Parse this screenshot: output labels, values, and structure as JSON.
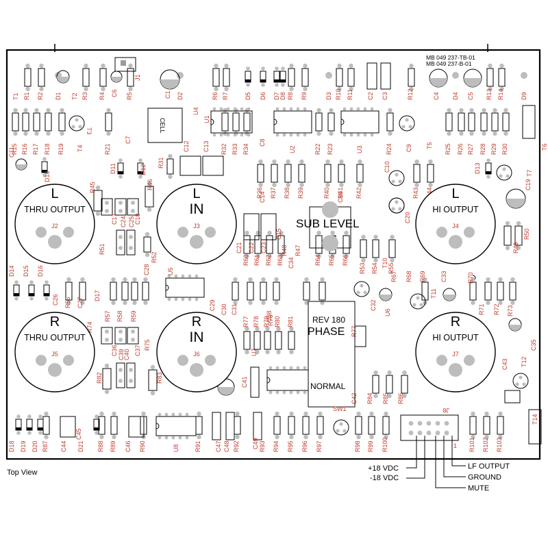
{
  "board": {
    "part_numbers": [
      "MB 049 237-TB-01",
      "MB 049 237-B-01"
    ],
    "view_label": "Top View"
  },
  "jacks": [
    {
      "ref": "J2",
      "channel": "L",
      "name": "THRU OUTPUT"
    },
    {
      "ref": "J3",
      "channel": "L",
      "name": "IN"
    },
    {
      "ref": "J4",
      "channel": "L",
      "name": "HI OUTPUT"
    },
    {
      "ref": "J5",
      "channel": "R",
      "name": "THRU OUTPUT"
    },
    {
      "ref": "J6",
      "channel": "R",
      "name": "IN"
    },
    {
      "ref": "J7",
      "channel": "R",
      "name": "HI OUTPUT"
    }
  ],
  "controls": {
    "sub_level": "SUB LEVEL",
    "phase_title": "REV 180",
    "phase_name": "PHASE",
    "phase_normal": "NORMAL"
  },
  "connector": {
    "ref": "J8",
    "pin_labels": [
      "+18  VDC",
      "-18 VDC",
      "LF OUTPUT",
      "GROUND",
      "MUTE"
    ]
  },
  "misc": {
    "cell_label": "CELL",
    "switch_ref": "SW1",
    "pin_one": "1"
  }
}
